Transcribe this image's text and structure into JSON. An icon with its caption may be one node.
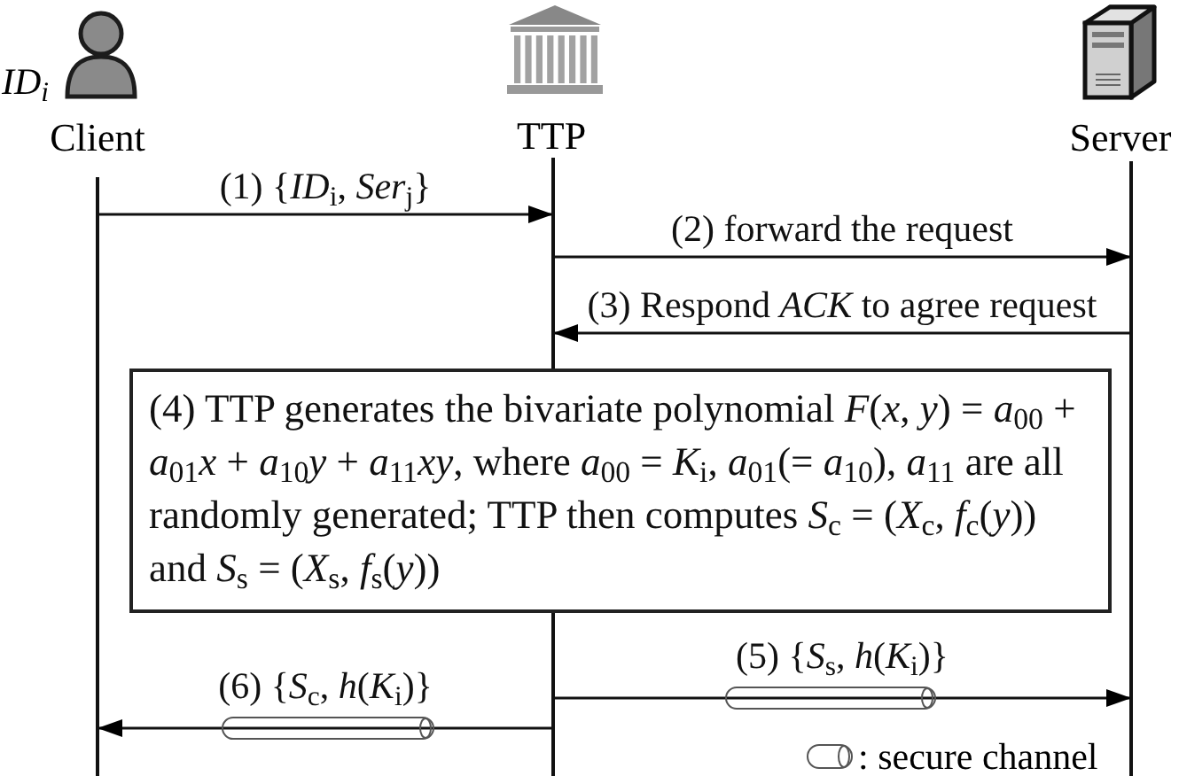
{
  "diagram": {
    "nodes": [
      {
        "text": [
          "Client"
        ],
        "beside": [
          "ID$_{i}$"
        ]
      },
      {
        "text": [
          "TTP"
        ]
      },
      {
        "text": [
          "Server"
        ]
      },
      {
        "text": [
          "(4) TTP generates the bivariate polynomial *F*(*x*, *y*) = *a*$_{00}$ + *a*$_{01}$*x* + *a*$_{10}$*y* + *a*$_{11}$*xy*, where *a*$_{00}$ = *K*$_{i}$, *a*$_{01}$(= *a*$_{10}$), *a*$_{11}$ are all randomly generated; TTP then computes *S*$_{c}$ = (*X*$_{c}$, *f*$_{c}$(*y*)) and *S*$_{s}$ = (*X*$_{s}$, *f*$_{s}$(*y*))"
        ]
      }
    ],
    "edges": [
      {
        "from": 0,
        "to": 1,
        "arrow": "to",
        "label": "(1) {*ID*$_{i}$, *Ser*$_{j}$}"
      },
      {
        "from": 1,
        "to": 2,
        "arrow": "to",
        "label": "(2) forward the request"
      },
      {
        "from": 2,
        "to": 1,
        "arrow": "to",
        "label": "(3) Respond *ACK* to agree request"
      },
      {
        "from": 1,
        "to": 2,
        "arrow": "to",
        "label": "(5) {*S*$_{s}$, *h*(*K*$_{i}$)}"
      },
      {
        "from": 1,
        "to": 0,
        "arrow": "to",
        "label": "(6) {*S*$_{c}$, *h*(*K*$_{i}$)}"
      }
    ],
    "legend": [
      {
        "text": ": secure channel"
      }
    ]
  }
}
